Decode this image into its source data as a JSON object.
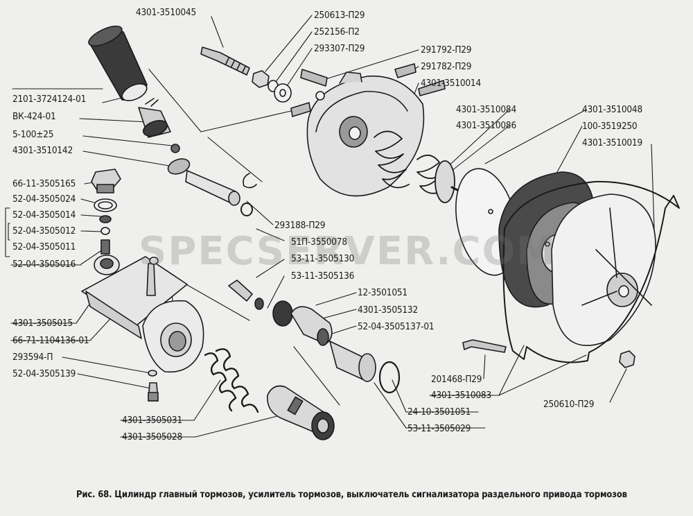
{
  "labels": {
    "l4301_3510045": "4301-3510045",
    "l250613_p29": "250613-П29",
    "l252156_p2": "252156-П2",
    "l293307_p29": "293307-П29",
    "l291792_p29": "291792-П29",
    "l291782_p29": "291782-П29",
    "l4301_3510014": "4301-3510014",
    "l2101_3724124_01": "2101-3724124-01",
    "vk424_01": "ВК-424-01",
    "l5_100": "5-100±25",
    "l4301_3510142": "4301-3510142",
    "l66_11_3505165": "66-11-3505165",
    "l52_04_3505024": "52-04-3505024",
    "l52_04_3505014": "52-04-3505014",
    "l52_04_3505012": "52-04-3505012",
    "l52_04_3505011": "52-04-3505011",
    "l52_04_3505016": "52-04-3505016",
    "l4301_3505015": "4301-3505015",
    "l66_71_1104136_01": "66-71-1104136-01",
    "l293594_p": "293594-П",
    "l52_04_3505139": "52-04-3505139",
    "l4301_3505031": "4301-3505031",
    "l4301_3505028": "4301-3505028",
    "l4301_3510084": "4301-3510084",
    "l4301_3510086": "4301-3510086",
    "l4301_3510048": "4301-3510048",
    "l100_3519250": "100-3519250",
    "l4301_3510019": "4301-3510019",
    "l293188_p29": "293188-П29",
    "l51p_3550078": "51П-3550078",
    "l53_11_3505130": "53-11-3505130",
    "l53_11_3505136": "53-11-3505136",
    "l12_3501051": "12-3501051",
    "l4301_3505132": "4301-3505132",
    "l52_04_3505137_01": "52-04-3505137-01",
    "l201468_p29": "201468-П29",
    "l4301_3510083": "4301-3510083",
    "l250610_p29": "250610-П29",
    "l24_10_3501051": "24-10-3501051",
    "l53_11_3505029": "53-11-3505029"
  },
  "caption": "Рис. 68. Цилиндр главный тормозов, усилитель тормозов, выключатель сигнализатора раздельного привода тормозов",
  "watermark": "SPECSERVER.COM",
  "colors": {
    "background": "#efefed",
    "ink": "#1a1a1a",
    "watermark": "#787878"
  }
}
